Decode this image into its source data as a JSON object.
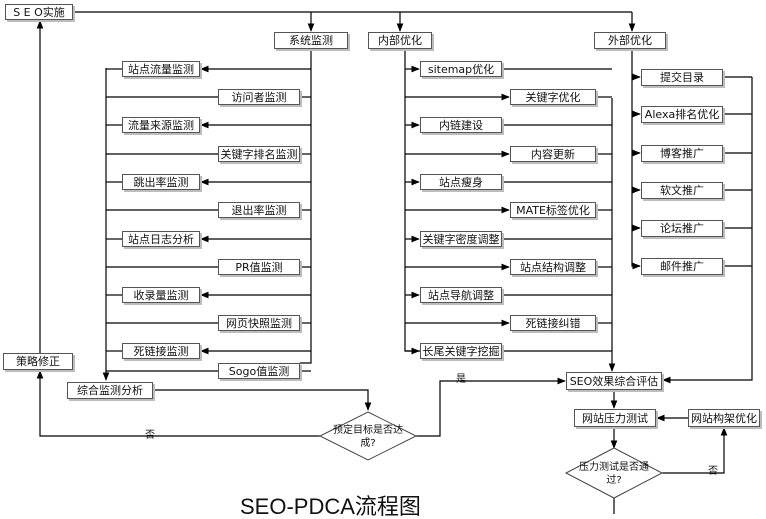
{
  "title": "SEO-PDCA流程图",
  "nodes": {
    "seo_impl": "S E O实施",
    "monitor": "系统监测",
    "internal": "内部优化",
    "external": "外部优化",
    "strategy_fix": "策略修正",
    "comprehensive": "综合监测分析",
    "decision_goal": "预定目标是否达成?",
    "evaluate": "SEO效果综合评估",
    "stress_test": "网站压力测试",
    "arch_opt": "网站构架优化",
    "decision_stress": "压力测试是否通过?"
  },
  "monitor_items": [
    "站点流量监测",
    "访问者监测",
    "流量来源监测",
    "关键字排名监测",
    "跳出率监测",
    "退出率监测",
    "站点日志分析",
    "PR值监测",
    "收录量监测",
    "网页快照监测",
    "死链接监测",
    "Sogo值监测"
  ],
  "internal_items": [
    "sitemap优化",
    "关键字优化",
    "内链建设",
    "内容更新",
    "站点瘦身",
    "MATE标签优化",
    "关键字密度调整",
    "站点结构调整",
    "站点导航调整",
    "死链接纠错",
    "长尾关键字挖掘"
  ],
  "external_items": [
    "提交目录",
    "Alexa排名优化",
    "博客推广",
    "软文推广",
    "论坛推广",
    "邮件推广"
  ],
  "edge_labels": {
    "yes": "是",
    "no": "否",
    "no2": "否"
  },
  "colors": {
    "line": "#000000",
    "border": "#555555",
    "shadow": "#bdbdbd"
  }
}
